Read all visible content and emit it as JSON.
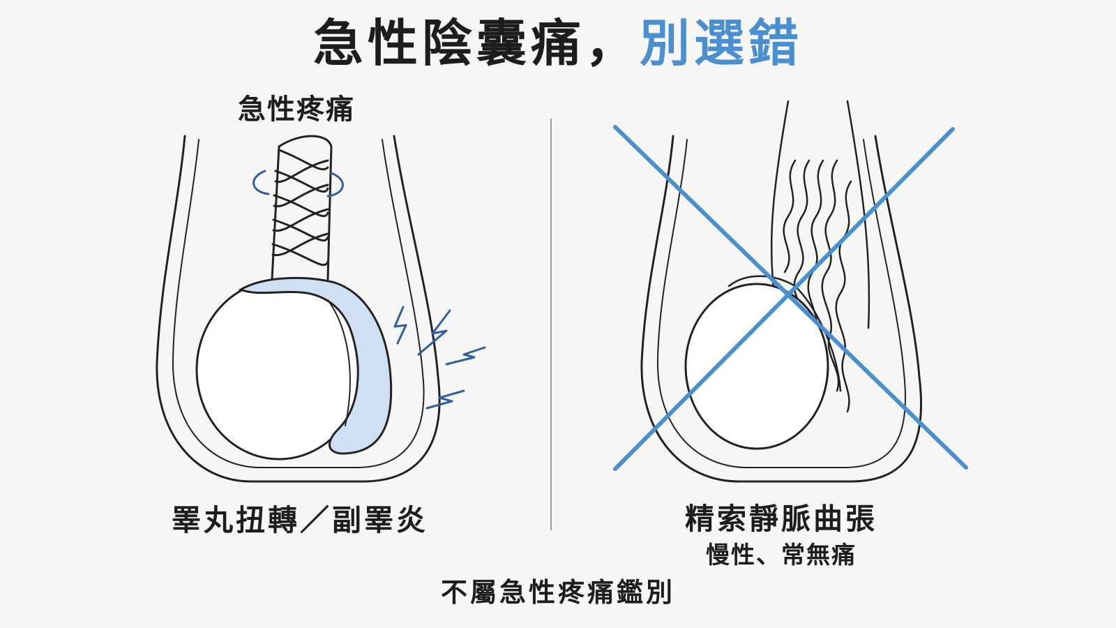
{
  "title": {
    "main": "急性陰囊痛，",
    "accent": "別選錯"
  },
  "left_panel": {
    "top_label": "急性疼痛",
    "caption": "睪丸扭轉／副睪炎"
  },
  "right_panel": {
    "caption": "精索靜脈曲張",
    "subcaption": "慢性、常無痛"
  },
  "footer": "不屬急性疼痛鑑別",
  "colors": {
    "accent": "#4a90d0",
    "ink": "#1d1d1d",
    "line": "#222222",
    "divider": "#9a9a9a",
    "epididymis": "#cfe0f5"
  },
  "icons": [
    "twist-arrows-icon",
    "lightning-bolt-icon",
    "cross-mark-icon"
  ]
}
